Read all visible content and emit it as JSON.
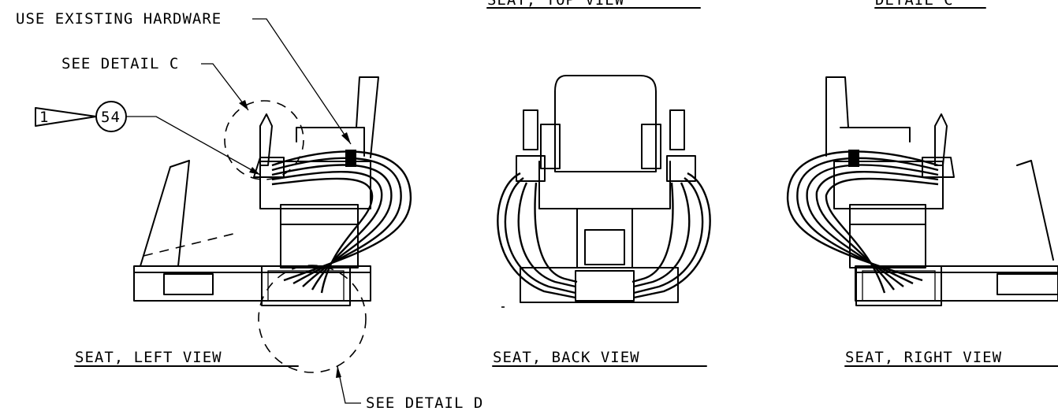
{
  "labels": {
    "use_existing_hardware": "USE EXISTING HARDWARE",
    "see_detail_c": "SEE DETAIL C",
    "see_detail_d": "SEE DETAIL D",
    "top_view_partial": "SEAT, TOP VIEW",
    "detail_c_partial": "DETAIL C",
    "left_view": "SEAT, LEFT VIEW",
    "back_view": "SEAT, BACK VIEW",
    "right_view": "SEAT, RIGHT VIEW"
  },
  "flag_note": {
    "number": "1"
  },
  "balloon": {
    "item": "54"
  }
}
